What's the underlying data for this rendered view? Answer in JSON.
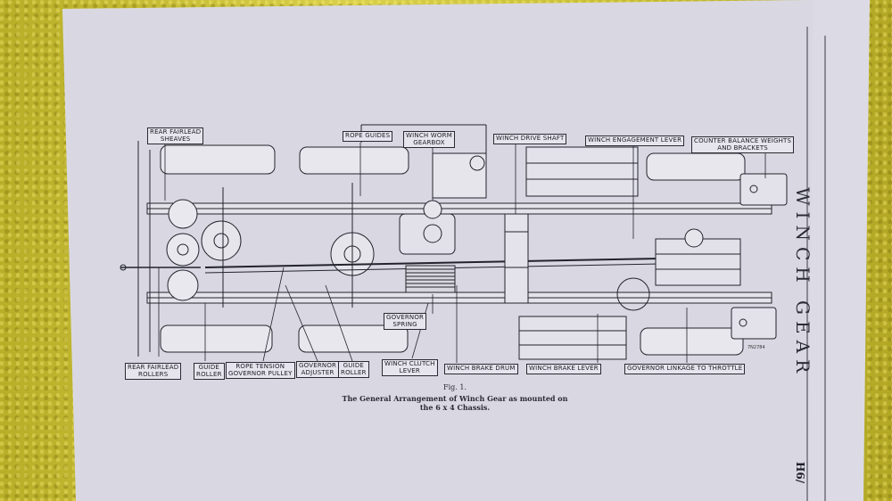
{
  "page": {
    "side_title": "WINCH GEAR",
    "page_ref": "H6/",
    "drawing_code": "7N2784"
  },
  "caption": {
    "fig": "Fig. 1.",
    "line1": "The General Arrangement of Winch Gear as mounted on",
    "line2": "the 6 x 4 Chassis."
  },
  "labels": {
    "rear_fairlead_sheaves": "REAR FAIRLEAD\nSHEAVES",
    "rope_guides": "ROPE GUIDES",
    "winch_worm_gearbox": "WINCH WORM\nGEARBOX",
    "winch_drive_shaft": "WINCH DRIVE SHAFT",
    "winch_engagement_lever": "WINCH ENGAGEMENT LEVER",
    "counter_balance": "COUNTER BALANCE WEIGHTS\nAND BRACKETS",
    "governor_spring": "GOVERNOR\nSPRING",
    "rear_fairlead_rollers": "REAR FAIRLEAD\nROLLERS",
    "guide_roller_1": "GUIDE\nROLLER",
    "rope_tension_pulley": "ROPE TENSION\nGOVERNOR PULLEY",
    "governor_adjuster": "GOVERNOR\nADJUSTER",
    "guide_roller_2": "GUIDE\nROLLER",
    "winch_clutch_lever": "WINCH CLUTCH\nLEVER",
    "winch_brake_drum": "WINCH BRAKE DRUM",
    "winch_brake_lever": "WINCH BRAKE LEVER",
    "governor_linkage": "GOVERNOR LINKAGE TO THROTTLE"
  }
}
